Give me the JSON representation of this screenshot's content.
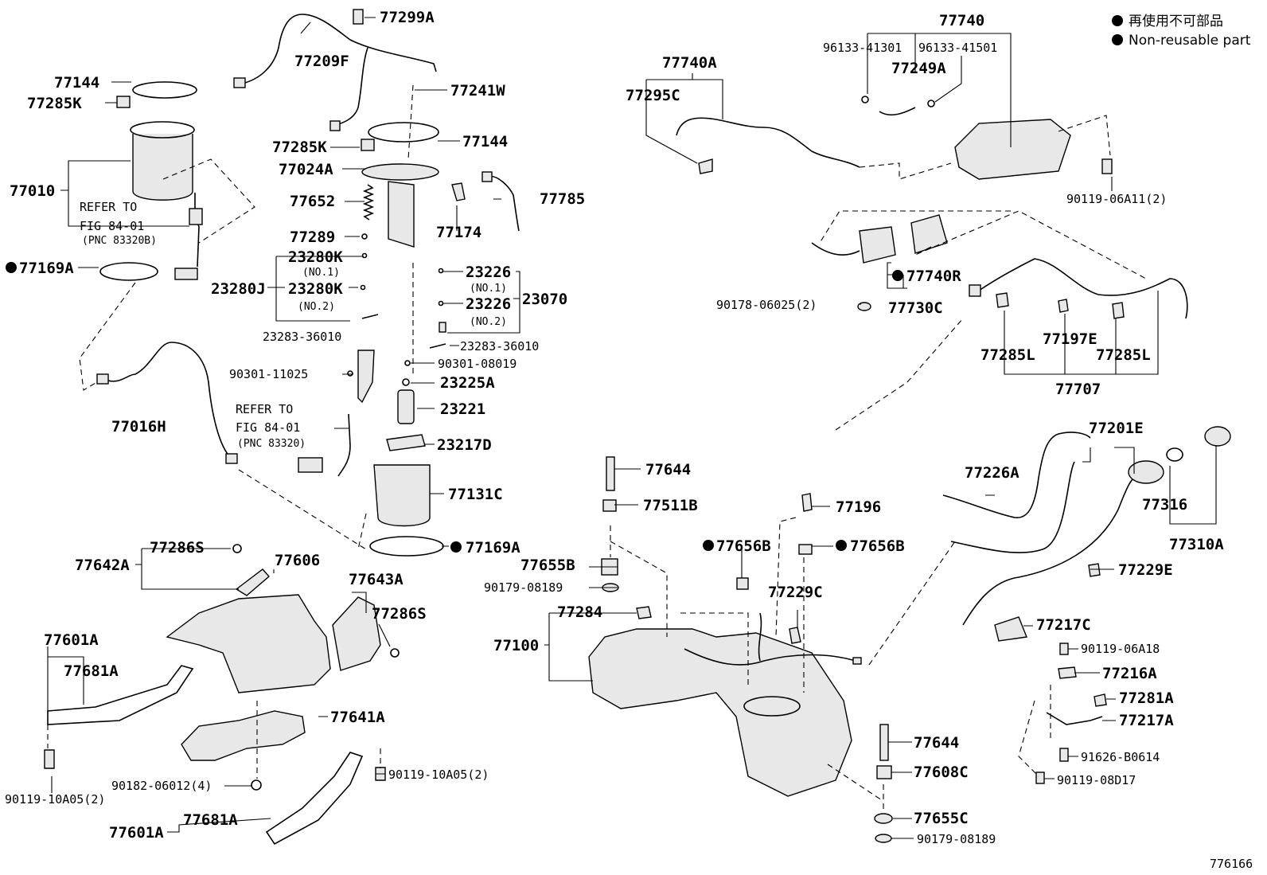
{
  "legend": {
    "jp": "再使用不可部品",
    "en": "Non-reusable part"
  },
  "figure_no": "776166",
  "labels": {
    "l77299A": "77299A",
    "l77209F": "77209F",
    "l77144a": "77144",
    "l77285Ka": "77285K",
    "l77010": "77010",
    "refer1a": "REFER TO",
    "refer1b": "FIG 84-01",
    "refer1c": "(PNC 83320B)",
    "l77169Aa": "77169A",
    "l77241W": "77241W",
    "l77285Kb": "77285K",
    "l77144b": "77144",
    "l77024A": "77024A",
    "l77652": "77652",
    "l77785": "77785",
    "l77174": "77174",
    "l77289": "77289",
    "l23280Ka": "23280K",
    "no1a": "(NO.1)",
    "l23280J": "23280J",
    "l23280Kb": "23280K",
    "no2a": "(NO.2)",
    "l23283a": "23283-36010",
    "l23226a": "23226",
    "no1b": "(NO.1)",
    "l23070": "23070",
    "l23226b": "23226",
    "no2b": "(NO.2)",
    "l23283b": "23283-36010",
    "l90301a": "90301-11025",
    "l90301b": "90301-08019",
    "l23225A": "23225A",
    "refer2a": "REFER TO",
    "refer2b": "FIG 84-01",
    "refer2c": "(PNC 83320)",
    "l23221": "23221",
    "l77016H": "77016H",
    "l23217D": "23217D",
    "l77131C": "77131C",
    "l77169Ab": "77169A",
    "l77286Sa": "77286S",
    "l77642A": "77642A",
    "l77606": "77606",
    "l77643A": "77643A",
    "l77286Sb": "77286S",
    "l77601Aa": "77601A",
    "l77681Aa": "77681A",
    "l77641A": "77641A",
    "l90182": "90182-06012(4)",
    "l90119a": "90119-10A05(2)",
    "l90119b": "90119-10A05(2)",
    "l77601Ab": "77601A",
    "l77681Ab": "77681A",
    "l77740A": "77740A",
    "l77295C": "77295C",
    "l77740": "77740",
    "l96133a": "96133-41301",
    "l96133b": "96133-41501",
    "l77249A": "77249A",
    "l90119c": "90119-06A11(2)",
    "l77740R": "77740R",
    "l90178": "90178-06025(2)",
    "l77730C": "77730C",
    "l77197E": "77197E",
    "l77285La": "77285L",
    "l77285Lb": "77285L",
    "l77707": "77707",
    "l77201E": "77201E",
    "l77226A": "77226A",
    "l77316": "77316",
    "l77310A": "77310A",
    "l77644a": "77644",
    "l77511B": "77511B",
    "l77196": "77196",
    "l77656Ba": "77656B",
    "l77656Bb": "77656B",
    "l77655B": "77655B",
    "l90179a": "90179-08189",
    "l77229C": "77229C",
    "l77229E": "77229E",
    "l77284": "77284",
    "l77100": "77100",
    "l77217C": "77217C",
    "l90119d": "90119-06A18",
    "l77216A": "77216A",
    "l77281A": "77281A",
    "l77217A": "77217A",
    "l77644b": "77644",
    "l91626": "91626-B0614",
    "l77608C": "77608C",
    "l90119e": "90119-08D17",
    "l77655C": "77655C",
    "l90179b": "90179-08189"
  }
}
